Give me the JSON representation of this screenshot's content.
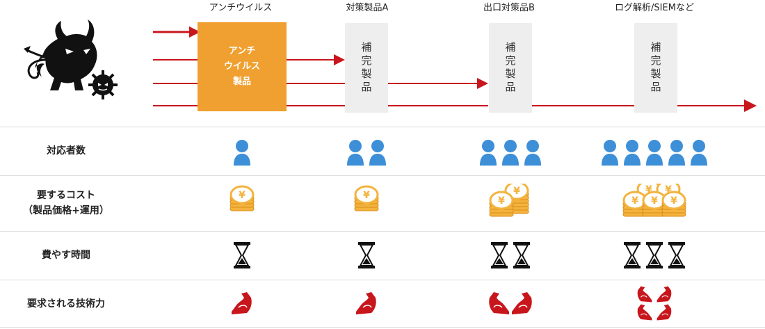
{
  "columns": [
    {
      "key": "antivirus",
      "label": "アンチウイルス"
    },
    {
      "key": "productA",
      "label": "対策製品A"
    },
    {
      "key": "productB",
      "label": "出口対策品B"
    },
    {
      "key": "siem",
      "label": "ログ解析/SIEMなど"
    }
  ],
  "flow": {
    "orange_box_label_1": "アンチ",
    "orange_box_label_2": "ウイルス",
    "orange_box_label_3": "製品",
    "supplement_label": "補完製品"
  },
  "rows": [
    {
      "key": "staff",
      "label": "対応者数",
      "icon": "person-icon",
      "counts": [
        1,
        2,
        3,
        5
      ]
    },
    {
      "key": "cost",
      "label_1": "要するコスト",
      "label_2": "（製品価格+運用）",
      "icon": "coin-stack-icon",
      "counts": [
        1,
        1,
        2,
        3
      ]
    },
    {
      "key": "time",
      "label": "費やす時間",
      "icon": "hourglass-icon",
      "counts": [
        1,
        1,
        2,
        3
      ]
    },
    {
      "key": "skill",
      "label": "要求される技術力",
      "icon": "flexed-arm-icon",
      "counts": [
        1,
        1,
        2,
        4
      ]
    }
  ],
  "colors": {
    "accent_orange": "#f0a030",
    "arrow_red": "#c8161d",
    "person_blue": "#3d8fd8",
    "coin_gold": "#f3b33d",
    "muscle_red": "#c8161d"
  }
}
